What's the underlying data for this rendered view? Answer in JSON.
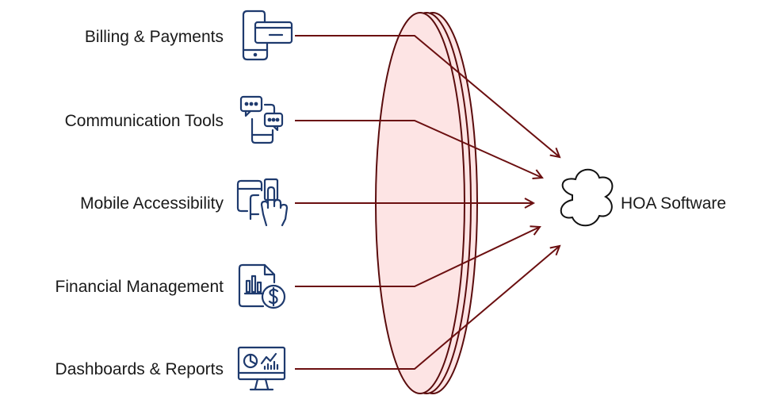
{
  "diagram": {
    "target": {
      "label": "HOA Software",
      "icon": "cloud-icon"
    },
    "features": [
      {
        "label": "Billing & Payments",
        "icon": "mobile-payment-icon"
      },
      {
        "label": "Communication Tools",
        "icon": "chat-phone-icon"
      },
      {
        "label": "Mobile Accessibility",
        "icon": "touch-devices-icon"
      },
      {
        "label": "Financial Management",
        "icon": "finance-document-icon"
      },
      {
        "label": "Dashboards & Reports",
        "icon": "dashboard-monitor-icon"
      }
    ],
    "colors": {
      "arrow": "#6b0f10",
      "lens_fill": "#fde4e4",
      "lens_stroke": "#5a0c0d",
      "icon": "#1e3a6e",
      "text": "#1a1a1a"
    }
  }
}
